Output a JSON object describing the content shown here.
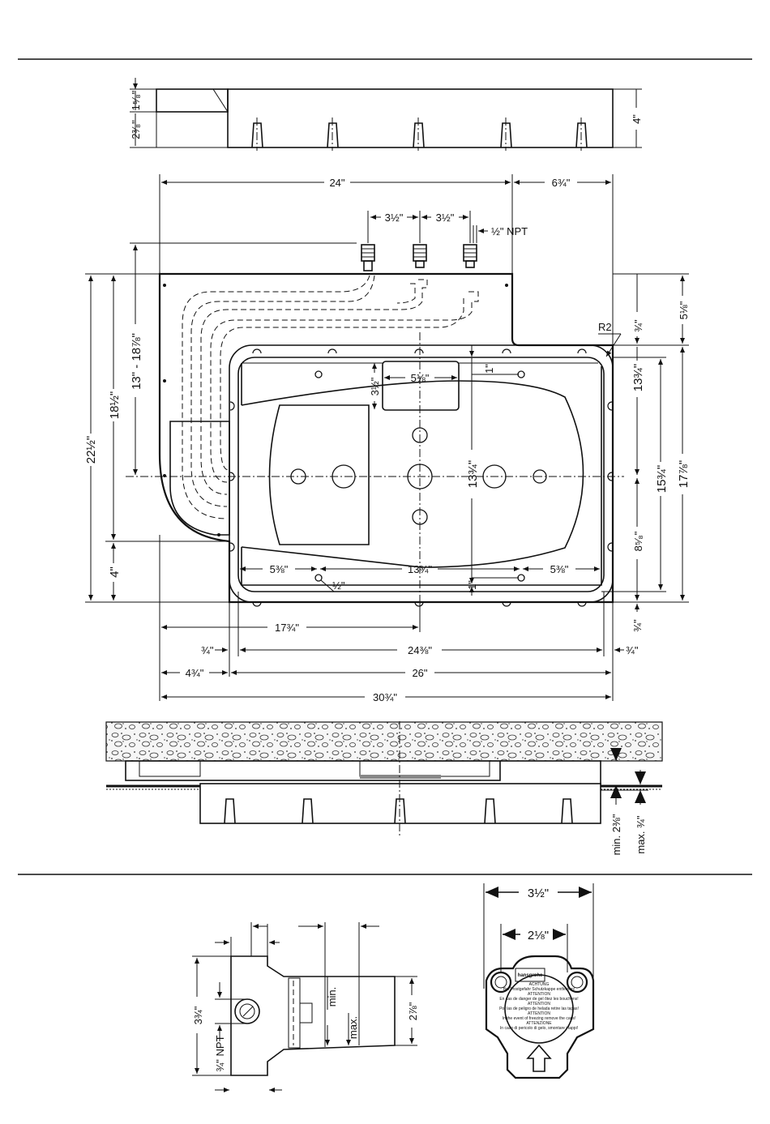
{
  "dims": {
    "top_1_5_8": "1⁵⁄₈\"",
    "top_2_3_8": "2³⁄₈\"",
    "top_4": "4\"",
    "w24": "24\"",
    "w6_3_4": "6¾\"",
    "w3_1_2_a": "3½\"",
    "w3_1_2_b": "3½\"",
    "npt_1_2": "½\" NPT",
    "r2": "R2",
    "h5_1_8": "5⅛\"",
    "h3_4_a": "¾\"",
    "h13_3_4_r": "13¾\"",
    "h15_3_4": "15¾\"",
    "h17_7_8": "17⅞\"",
    "h8_5_8": "8⁵⁄₈\"",
    "h3_4_b": "¾\"",
    "h22_1_2": "22½\"",
    "h18_1_2": "18½\"",
    "h13_18": "13\" - 18⅞\"",
    "h4": "4\"",
    "v3_1_2": "3½\"",
    "w5_1_8": "5⅛\"",
    "v1_a": "1\"",
    "v13_3_4": "13¾\"",
    "w5_3_8_l": "5⅜\"",
    "w13_3_4": "13¾\"",
    "w5_3_8_r": "5⅜\"",
    "v1_2": "½\"",
    "v1_b": "1\"",
    "w17_3_4": "17¾\"",
    "w3_4_l": "¾\"",
    "w24_3_8": "24⅜\"",
    "w3_4_r": "¾\"",
    "w4_3_4": "4¾\"",
    "w26": "26\"",
    "w30_3_4": "30¾\"",
    "min_2_3_8": "min. 2⅜\"",
    "max_3_4": "max. ¾\"",
    "v3_3_4": "3¾\"",
    "npt_3_4": "¾\" NPT",
    "w2_7_8": "2⅞\"",
    "lbl_min": "min.",
    "lbl_max": "max.",
    "w3_1_2_bottom": "3½\"",
    "w2_1_8": "2⅛\""
  },
  "valve_label": {
    "brand": "hansgrohe",
    "lines": [
      "ACHTUNG",
      "Bei Frostgefahr Schutzkappe entfernen!",
      "ATTENTION",
      "En cas de danger de gel ôtez les bouchons!",
      "ATTENTION",
      "Por las de peligro de helada retire las tapas!",
      "ATTENTION",
      "In the event of freezing remove the caps!",
      "ATTENZIONE",
      "In caso di pericolo di gelo, smontare i tappi!"
    ]
  }
}
